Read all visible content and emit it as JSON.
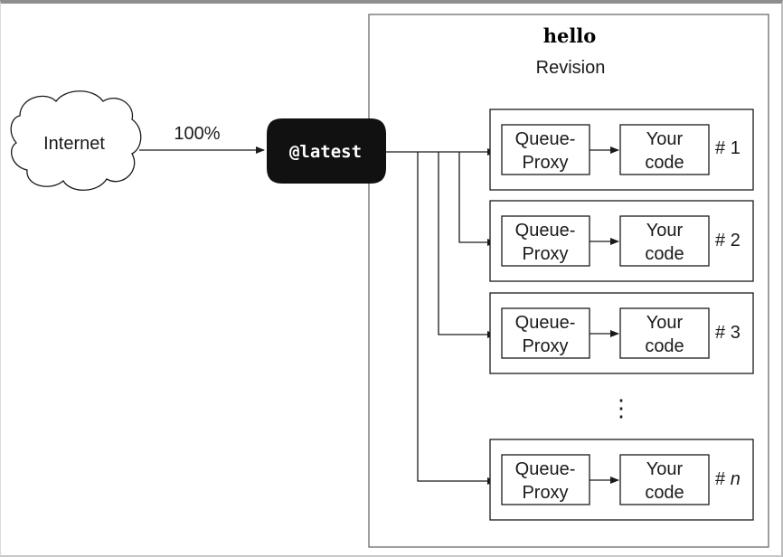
{
  "revision": {
    "name": "hello",
    "label": "Revision"
  },
  "internet": {
    "label": "Internet",
    "traffic": "100%"
  },
  "route": {
    "label": "@latest"
  },
  "box_labels": {
    "proxy_line1": "Queue-",
    "proxy_line2": "Proxy",
    "code_line1": "Your",
    "code_line2": "code"
  },
  "replicas": [
    {
      "prefix": "# ",
      "index": "1"
    },
    {
      "prefix": "# ",
      "index": "2"
    },
    {
      "prefix": "# ",
      "index": "3"
    },
    {
      "prefix": "# ",
      "index": "n"
    }
  ],
  "ellipsis": "⋮"
}
